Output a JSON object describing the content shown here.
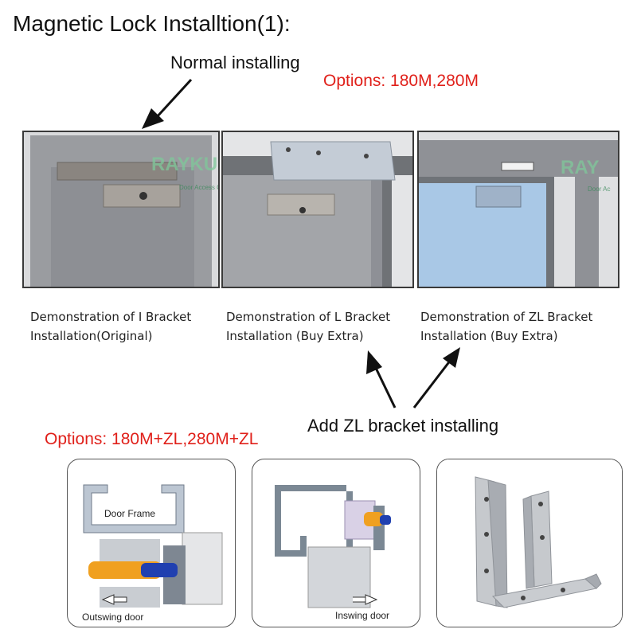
{
  "title": "Magnetic Lock Installtion(1):",
  "normal_installing": "Normal installing",
  "options_top": "Options: 180M,280M",
  "add_zl": "Add ZL bracket installing",
  "options_bottom": "Options: 180M+ZL,280M+ZL",
  "watermark": {
    "brand": "RAYKUBE",
    "sub": "Door Access Control",
    "partial": "RAY",
    "partial_sub": "Door Ac"
  },
  "captions": [
    {
      "line1": "Demonstration of I Bracket",
      "line2": "Installation(Original)"
    },
    {
      "line1": "Demonstration of L Bracket",
      "line2": "Installation (Buy Extra)"
    },
    {
      "line1": "Demonstration of ZL Bracket",
      "line2": "Installation (Buy Extra)"
    }
  ],
  "diagram_labels": {
    "door_frame": "Door Frame",
    "outswing": "Outswing door",
    "inswing": "Inswing door"
  },
  "colors": {
    "accent_red": "#e0201a",
    "frame_gray": "#8e9096",
    "glass_blue": "#a9c8e6",
    "bolt_orange": "#f0a020",
    "bolt_blue": "#2040b0",
    "watermark_green": "#7fc89a"
  }
}
